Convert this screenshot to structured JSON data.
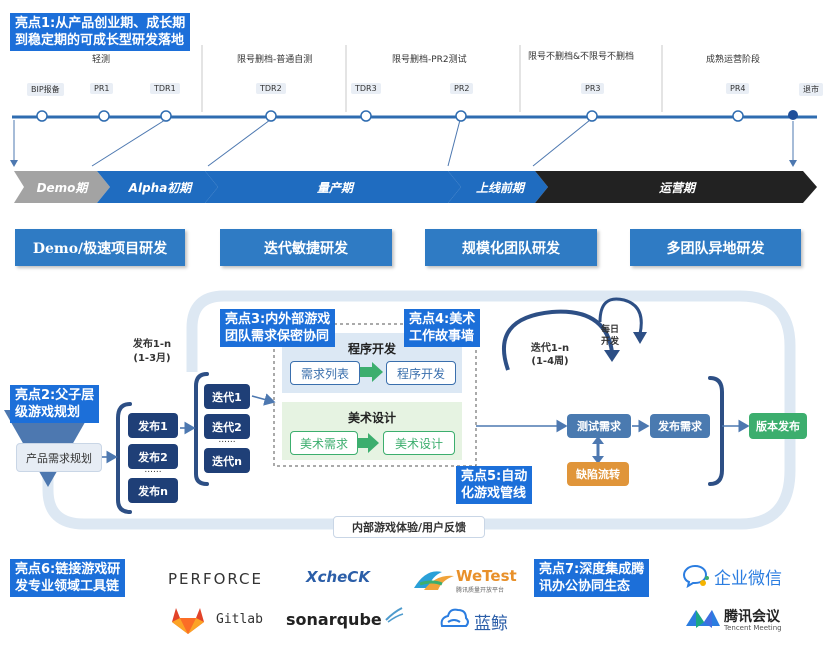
{
  "highlights": {
    "h1": [
      "亮点1:从产品创业期、成长期",
      "到稳定期的可成长型研发落地"
    ],
    "h2": [
      "亮点2:父子层",
      "级游戏规划"
    ],
    "h3": [
      "亮点3:内外部游戏",
      "团队需求保密协同"
    ],
    "h4": [
      "亮点4:美术",
      "工作故事墙"
    ],
    "h5": [
      "亮点5:自动",
      "化游戏管线"
    ],
    "h6": [
      "亮点6:链接游戏研",
      "发专业领域工具链"
    ],
    "h7": [
      "亮点7:深度集成腾",
      "讯办公协同生态"
    ]
  },
  "timeline": {
    "section_labels": [
      "轻测",
      "限号删档-普通自测",
      "限号删档-PR2测试",
      "限号不删档&不限号不删档",
      "成熟运营阶段"
    ],
    "milestones": [
      "BIP报备",
      "PR1",
      "TDR1",
      "TDR2",
      "TDR3",
      "PR2",
      "PR3",
      "PR4"
    ],
    "end_label": "退市"
  },
  "phases": [
    "Demo期",
    "Alpha初期",
    "量产期",
    "上线前期",
    "运营期"
  ],
  "modes": [
    "Demo/极速项目研发",
    "迭代敏捷研发",
    "规模化团队研发",
    "多团队异地研发"
  ],
  "flow": {
    "product_plan": "产品需求规划",
    "release_cycle": "发布1-n\n(1-3月)",
    "releases": [
      "发布1",
      "发布2",
      "......",
      "发布n"
    ],
    "iterations": [
      "迭代1",
      "迭代2",
      "......",
      "迭代n"
    ],
    "dev_title": "程序开发",
    "req_list": "需求列表",
    "prog_dev": "程序开发",
    "art_title": "美术设计",
    "art_req": "美术需求",
    "art_design": "美术设计",
    "iter_cycle": "迭代1-n\n(1-4周)",
    "daily": "每日\n开发",
    "test_req": "测试需求",
    "release_req": "发布需求",
    "defect": "缺陷流转",
    "version_release": "版本发布",
    "feedback": "内部游戏体验/用户反馈"
  },
  "tools": {
    "perforce": "PERFORCE",
    "xcheck": "XcheCK",
    "wetest": "WeTest",
    "wetest_sub": "腾讯质量开放平台",
    "wecom": "企业微信",
    "gitlab": "Gitlab",
    "sonarqube": "sonarqube",
    "lanjing": "蓝鲸",
    "meeting": "腾讯会议",
    "meeting_en": "Tencent Meeting"
  },
  "colors": {
    "blue": "#2f7bc4",
    "navy": "#1f3f77",
    "highlight": "#1c6fd9",
    "green": "#3cae6e",
    "orange": "#e0953a",
    "dark": "#222222"
  }
}
